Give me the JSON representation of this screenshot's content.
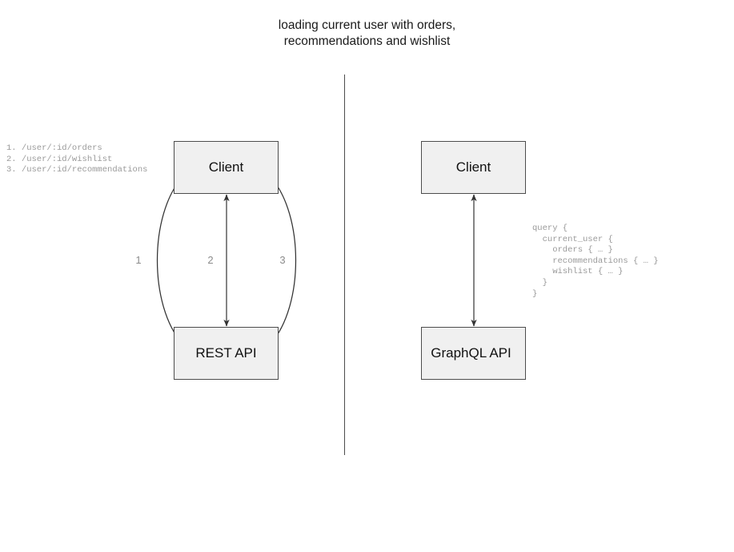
{
  "title": "loading current user with orders,\nrecommendations and wishlist",
  "divider": {
    "label": "vertical-divider"
  },
  "rest_side": {
    "client_box": "Client",
    "api_box": "REST API",
    "endpoints": "1. /user/:id/orders\n2. /user/:id/wishlist\n3. /user/:id/recommendations",
    "edges": [
      {
        "number": "1",
        "kind": "bidirectional-curve-left"
      },
      {
        "number": "2",
        "kind": "bidirectional-straight"
      },
      {
        "number": "3",
        "kind": "bidirectional-curve-right"
      }
    ]
  },
  "graphql_side": {
    "client_box": "Client",
    "api_box": "GraphQL API",
    "query": "query {\n  current_user {\n    orders { … }\n    recommendations { … }\n    wishlist { … }\n  }\n}",
    "edges": [
      {
        "kind": "bidirectional-straight"
      }
    ]
  },
  "colors": {
    "node_fill": "#f0f0f0",
    "node_stroke": "#4d4d4d",
    "text": "#111111",
    "annotation_text": "#9a9a9a",
    "edge_label": "#8c8c8c",
    "arrow": "#333333"
  }
}
